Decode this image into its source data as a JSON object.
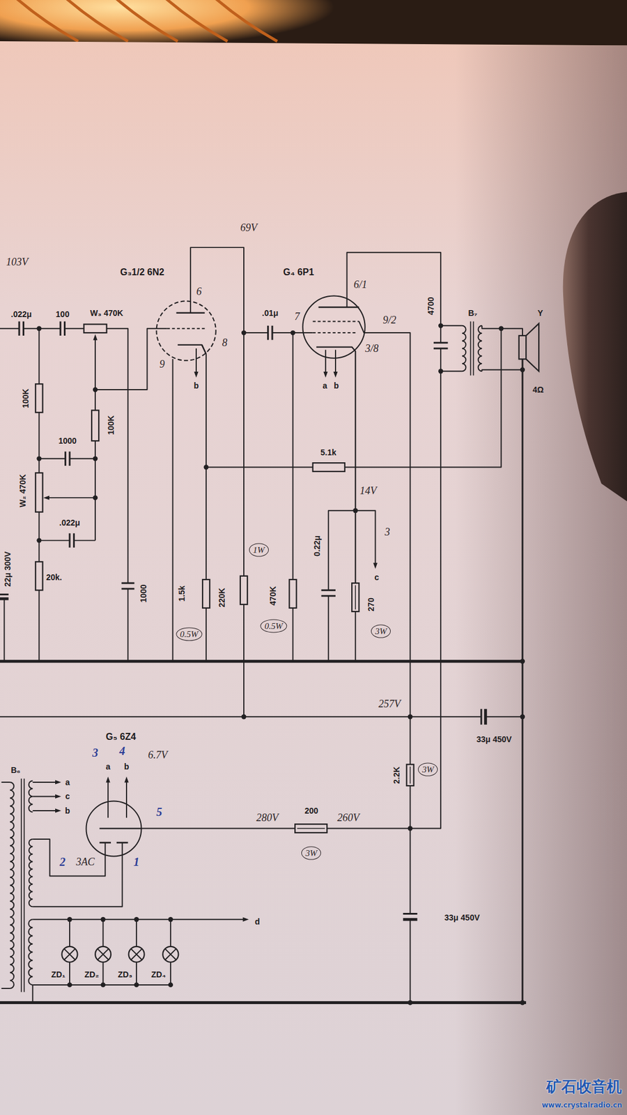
{
  "diagram": {
    "nodes": [
      {
        "text": [
          "G₃1/2 6N2"
        ]
      },
      {
        "text": [
          "G₄ 6P1"
        ]
      },
      {
        "text": [
          "G₅ 6Z4"
        ]
      }
    ],
    "labels": [
      "69V",
      "103V",
      ".022μ",
      "100",
      "W₃ 470K",
      "6",
      ".01μ",
      "7",
      "6/1",
      "9/2",
      "4700",
      "B₇",
      "Y",
      "8",
      "3/8",
      "9",
      "b",
      "a",
      "b",
      "4Ω",
      "100K",
      "100K",
      "1000",
      "5.1k",
      "W₂ 470K",
      "14V",
      ".022μ",
      "3",
      "0.22μ",
      "1W",
      "22μ 300V",
      "20k.",
      "1000",
      "1.5k",
      "220K",
      "470K",
      "c",
      "270",
      "0.5W",
      "0.5W",
      "3W",
      "257V",
      "33μ 450V",
      "3",
      "4",
      "6.7V",
      "a",
      "b",
      "B₆",
      "a",
      "c",
      "b",
      "2.2K",
      "3W",
      "5",
      "280V",
      "200",
      "260V",
      "2",
      "3AC",
      "1",
      "3W",
      "d",
      "33μ 450V",
      "ZD₁",
      "ZD₂",
      "ZD₃",
      "ZD₄",
      "矿石收音机",
      "www.crystalradio.cn"
    ]
  }
}
